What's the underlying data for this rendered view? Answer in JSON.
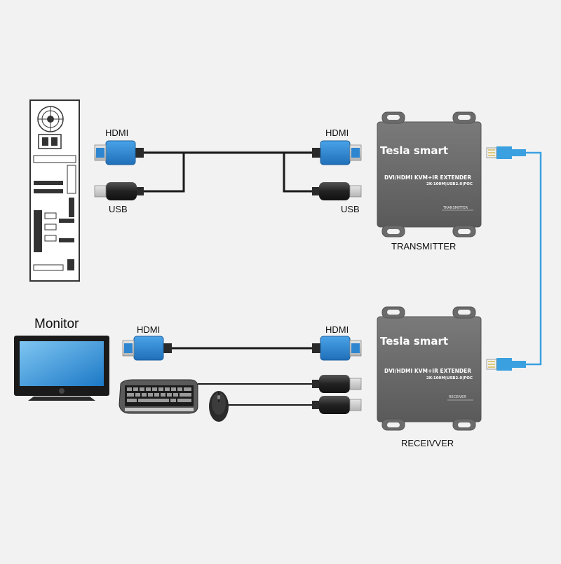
{
  "labels": {
    "monitor": "Monitor",
    "transmitter": "TRANSMITTER",
    "receiver": "RECEIVVER",
    "tx_pc_hdmi": "HDMI",
    "tx_pc_usb": "USB",
    "tx_dev_hdmi": "HDMI",
    "tx_dev_usb": "USB",
    "rx_mon_hdmi": "HDMI",
    "rx_dev_hdmi": "HDMI"
  },
  "transmitter_device": {
    "brand": "Tesla smart",
    "title": "DVI/HDMI KVM+IR EXTENDER",
    "subtitle": "2K-100M|USB2.0|POC",
    "tag": "TRANSMITTER"
  },
  "receiver_device": {
    "brand": "Tesla smart",
    "title": "DVI/HDMI KVM+IR EXTENDER",
    "subtitle": "2K-100M|USB2.0|POC",
    "tag": "RECEIVER"
  },
  "colors": {
    "background": "#f2f2f2",
    "hdmi_blue": "#2f86d0",
    "device_gray": "#6b6b6b",
    "network_cable": "#3aa0e0",
    "cable": "#1a1a1a"
  }
}
